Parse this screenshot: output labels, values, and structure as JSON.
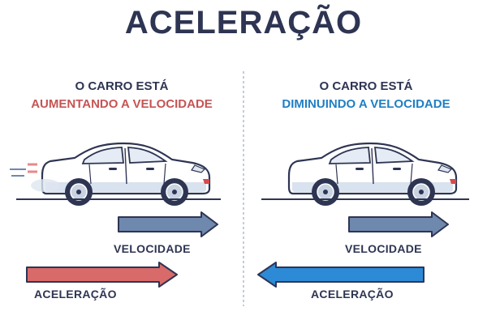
{
  "title": "ACELERAÇÃO",
  "left_panel": {
    "line1": "O CARRO ESTÁ",
    "line2": "AUMENTANDO A VELOCIDADE",
    "velocity_label": "VELOCIDADE",
    "acceleration_label": "ACELERAÇÃO"
  },
  "right_panel": {
    "line1": "O CARRO ESTÁ",
    "line2": "DIMINUINDO A VELOCIDADE",
    "velocity_label": "VELOCIDADE",
    "acceleration_label": "ACELERAÇÃO"
  },
  "colors": {
    "title": "#2e3553",
    "speed_up": "#c65454",
    "slow_down": "#1f7fc4",
    "velocity_arrow": "#6f88ad",
    "acceleration_left": "#d96a6a",
    "acceleration_right": "#2d8ad6"
  }
}
